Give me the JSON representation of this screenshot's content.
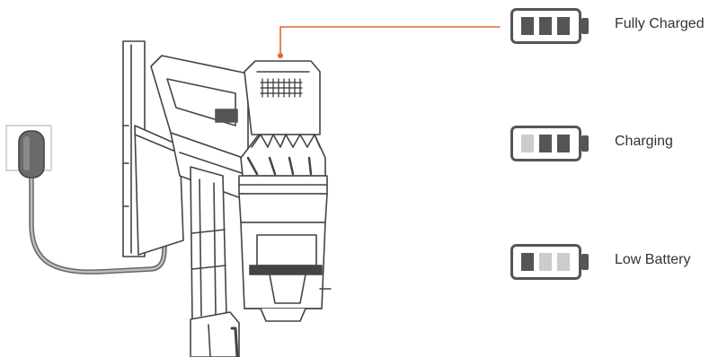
{
  "colors": {
    "accent": "#e0672c",
    "outline": "#444444",
    "battery_bar_dark": "#555555",
    "battery_bar_light": "#cccccc",
    "text": "#333333"
  },
  "icons": [
    "wall-outlet-icon",
    "power-plug-icon",
    "vacuum-cleaner-icon",
    "battery-icon"
  ],
  "status_indicators": [
    {
      "label": "Fully Charged",
      "bars_lit": 3,
      "bars_total": 3
    },
    {
      "label": "Charging",
      "bars_lit": 2,
      "bars_total": 3
    },
    {
      "label": "Low Battery",
      "bars_lit": 1,
      "bars_total": 3
    }
  ]
}
